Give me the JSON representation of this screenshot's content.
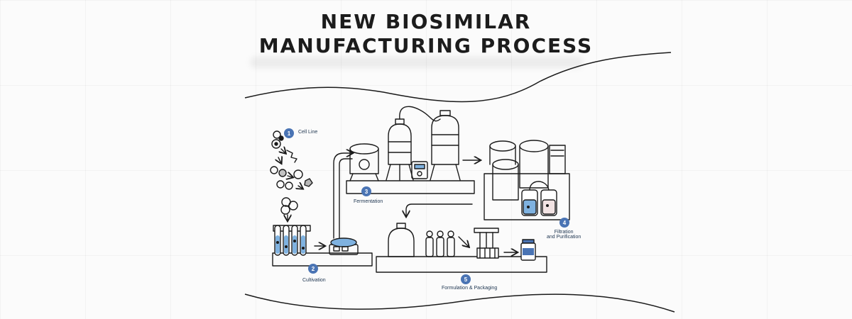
{
  "header": {
    "title_line1": "NEW BIOSIMILAR",
    "title_line2": "MANUFACTURING PROCESS"
  },
  "steps": [
    {
      "number": "1",
      "label": "Cell Line"
    },
    {
      "number": "2",
      "label": "Cultivation"
    },
    {
      "number": "3",
      "label": "Fermentation"
    },
    {
      "number": "4",
      "label": "Filtration and Purification",
      "label_line1": "Filtration",
      "label_line2": "and Purification"
    },
    {
      "number": "5",
      "label": "Formulation & Packaging"
    }
  ],
  "colors": {
    "accent": "#4a74b4",
    "outline": "#1a1a1a",
    "liquid": "#7fb2e0",
    "background": "#fbfbfb"
  }
}
